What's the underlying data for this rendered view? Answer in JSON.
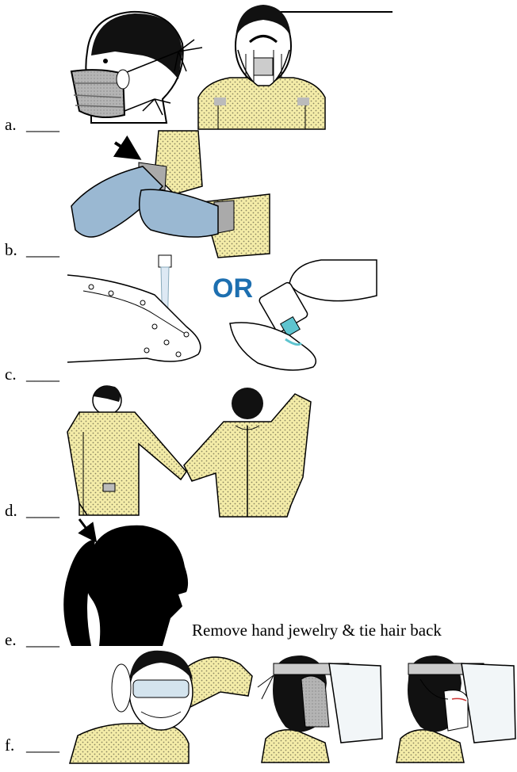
{
  "steps": [
    {
      "letter": "a.",
      "blank": "____"
    },
    {
      "letter": "b.",
      "blank": "____"
    },
    {
      "letter": "c.",
      "blank": "____"
    },
    {
      "letter": "d.",
      "blank": "____"
    },
    {
      "letter": "e.",
      "blank": "____",
      "caption": "Remove hand jewelry & tie hair back"
    },
    {
      "letter": "f.",
      "blank": "____"
    }
  ],
  "or_text": "OR",
  "colors": {
    "gown": "#f4eca8",
    "glove": "#9ab8d2",
    "mask": "#a8a8a8",
    "skin": "#ffffff",
    "sanitizer": "#5ec4cf",
    "or": "#1d6fb0"
  }
}
